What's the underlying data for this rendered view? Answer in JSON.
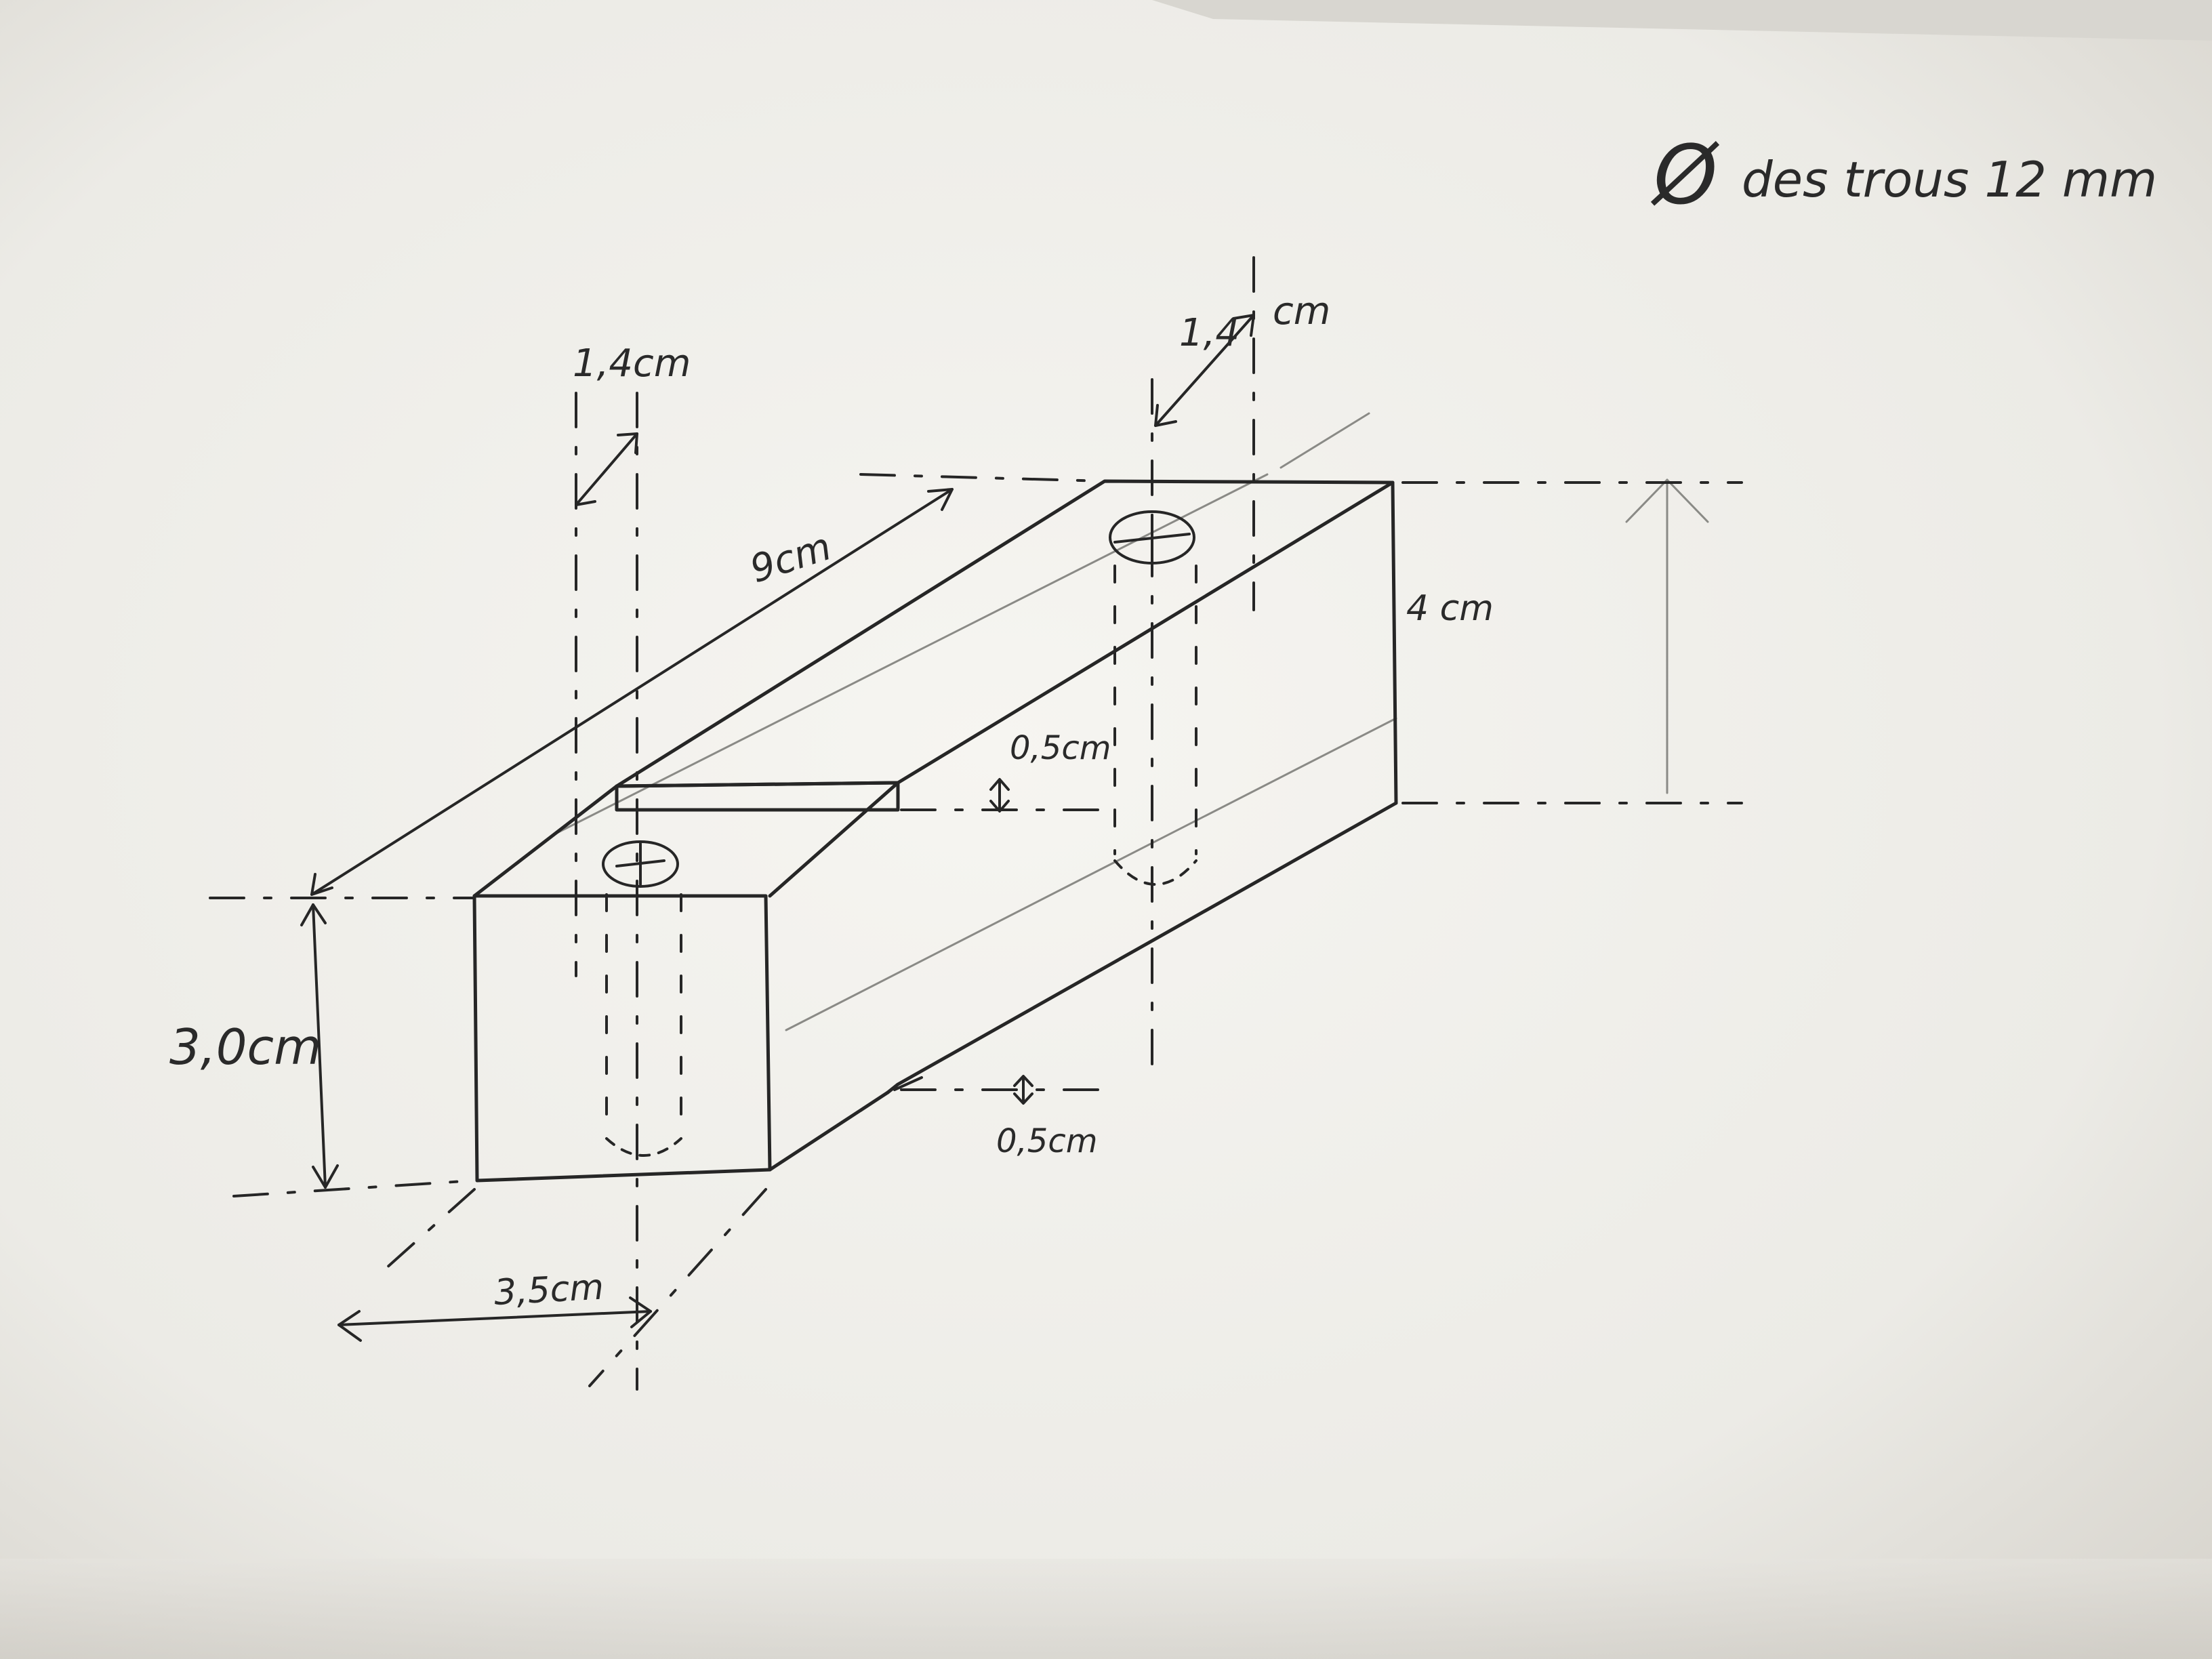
{
  "note": {
    "symbol": "Ø",
    "text": "des trous 12 mm"
  },
  "dimensions": {
    "hole_left_offset": "1,4cm",
    "hole_right_offset": "1,4",
    "hole_right_unit": "cm",
    "length": "9cm",
    "height_right": "4 cm",
    "height_left": "3,0cm",
    "step_top": "0,5cm",
    "step_bottom": "0,5cm",
    "width": "3,5cm"
  },
  "colors": {
    "paper": "#f4f3ef",
    "pencil": "#262626",
    "faint_pencil": "#8a8a86"
  }
}
